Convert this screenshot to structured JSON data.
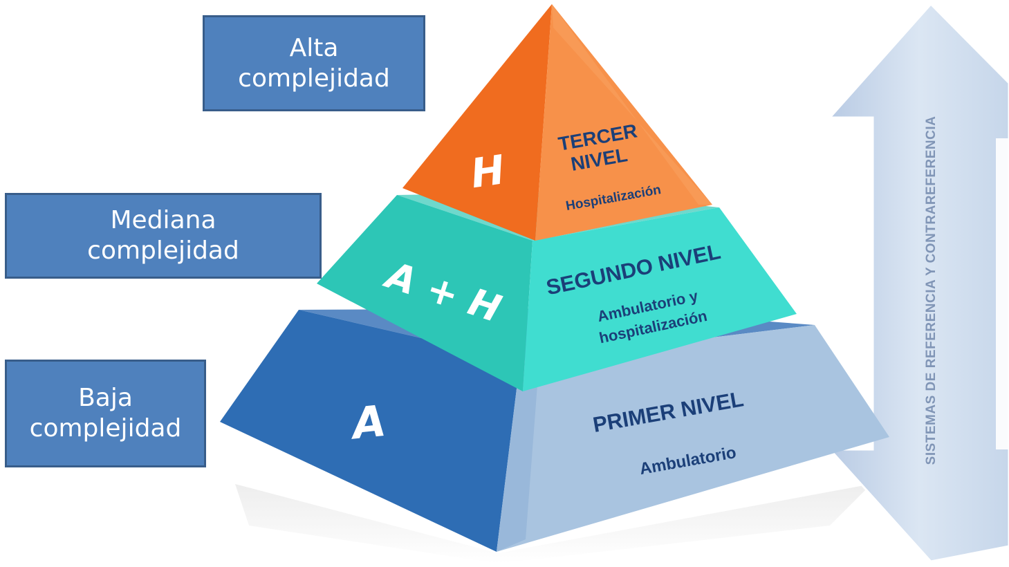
{
  "boxes": {
    "alta": {
      "line1": "Alta",
      "line2": "complejidad"
    },
    "mediana": {
      "line1": "Mediana",
      "line2": "complejidad"
    },
    "baja": {
      "line1": "Baja",
      "line2": "complejidad"
    }
  },
  "pyramid": {
    "top": {
      "letter": "H",
      "title_line1": "TERCER",
      "title_line2": "NIVEL",
      "subtitle": "Hospitalización",
      "color": "#f07d2f"
    },
    "middle": {
      "letter": "A + H",
      "title": "SEGUNDO NIVEL",
      "subtitle_line1": "Ambulatorio y",
      "subtitle_line2": "hospitalización",
      "color": "#2dc6b6"
    },
    "bottom": {
      "letter": "A",
      "title": "PRIMER NIVEL",
      "subtitle": "Ambulatorio",
      "color": "#2e6db4"
    }
  },
  "side_arrow": {
    "text": "SISTEMAS DE REFERENCIA Y CONTRAREFERENCIA",
    "color": "#c6d6ea"
  }
}
